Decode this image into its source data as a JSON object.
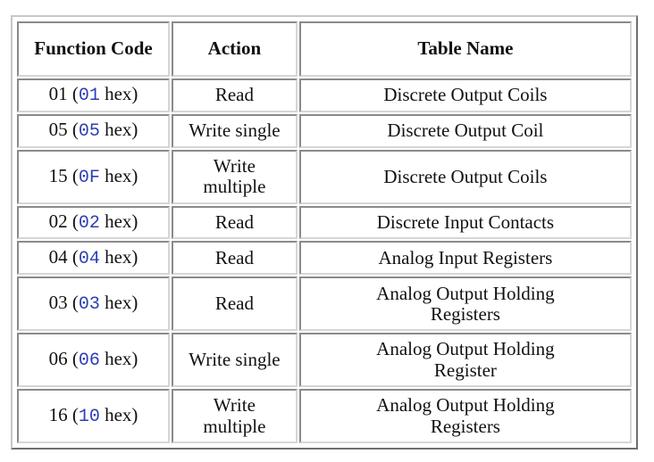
{
  "headers": {
    "function_code": "Function Code",
    "action": "Action",
    "table_name": "Table Name"
  },
  "rows": [
    {
      "code": "01",
      "hex": "01",
      "action": "Read",
      "table_name": "Discrete Output Coils"
    },
    {
      "code": "05",
      "hex": "05",
      "action": "Write single",
      "table_name": "Discrete Output Coil"
    },
    {
      "code": "15",
      "hex": "0F",
      "action": "Write multiple",
      "table_name": "Discrete Output Coils"
    },
    {
      "code": "02",
      "hex": "02",
      "action": "Read",
      "table_name": "Discrete Input Contacts"
    },
    {
      "code": "04",
      "hex": "04",
      "action": "Read",
      "table_name": "Analog Input Registers"
    },
    {
      "code": "03",
      "hex": "03",
      "action": "Read",
      "table_name": "Analog Output Holding Registers"
    },
    {
      "code": "06",
      "hex": "06",
      "action": "Write single",
      "table_name": "Analog Output Holding Register"
    },
    {
      "code": "16",
      "hex": "10",
      "action": "Write multiple",
      "table_name": "Analog Output Holding Registers"
    }
  ],
  "hex_suffix": "hex",
  "colors": {
    "hex_value": "#2c3fb4",
    "border_dark": "#8a8a8a",
    "border_light": "#d6d6d6"
  }
}
